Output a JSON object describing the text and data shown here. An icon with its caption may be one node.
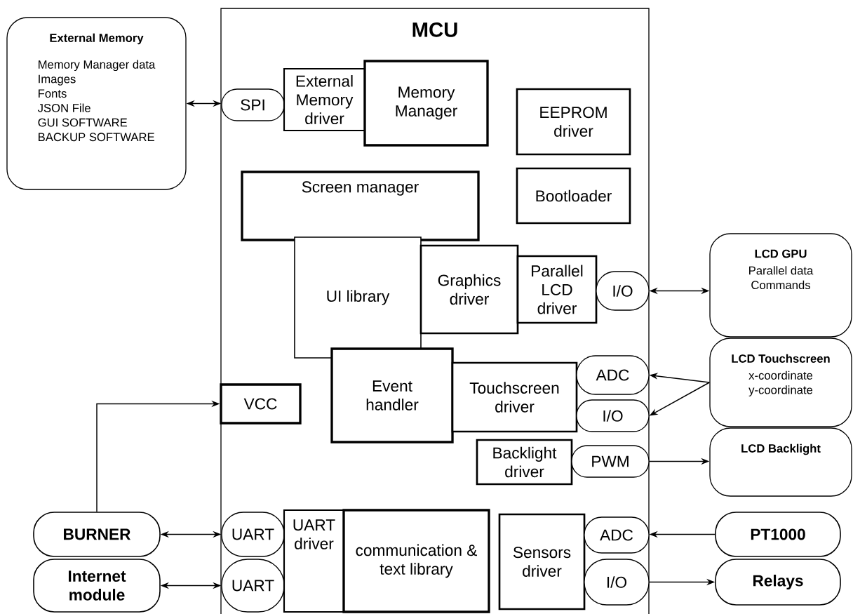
{
  "diagram": {
    "nodes": [
      {
        "text": [
          "External Memory",
          "Memory Manager data",
          "Images",
          "Fonts",
          "JSON File",
          "GUI SOFTWARE",
          "BACKUP SOFTWARE"
        ]
      },
      {
        "text": [
          "MCU"
        ]
      },
      {
        "text": [
          "SPI"
        ],
        "in": 1
      },
      {
        "text": [
          "External Memory driver"
        ],
        "in": 1
      },
      {
        "text": [
          "Memory Manager"
        ],
        "in": 1
      },
      {
        "text": [
          "EEPROM driver"
        ],
        "in": 1
      },
      {
        "text": [
          "Bootloader"
        ],
        "in": 1
      },
      {
        "text": [
          "Screen manager"
        ],
        "in": 1
      },
      {
        "text": [
          "UI library"
        ],
        "in": 1
      },
      {
        "text": [
          "Graphics driver"
        ],
        "in": 1
      },
      {
        "text": [
          "Parallel LCD driver"
        ],
        "in": 1
      },
      {
        "text": [
          "I/O"
        ],
        "in": 1
      },
      {
        "text": [
          "LCD GPU",
          "Parallel data",
          "Commands"
        ]
      },
      {
        "text": [
          "Event handler"
        ],
        "in": 1
      },
      {
        "text": [
          "Touchscreen driver"
        ],
        "in": 1
      },
      {
        "text": [
          "ADC"
        ],
        "in": 1
      },
      {
        "text": [
          "I/O"
        ],
        "in": 1
      },
      {
        "text": [
          "LCD Touchscreen",
          "x-coordinate",
          "y-coordinate"
        ]
      },
      {
        "text": [
          "VCC"
        ],
        "in": 1
      },
      {
        "text": [
          "Backlight driver"
        ],
        "in": 1
      },
      {
        "text": [
          "PWM"
        ],
        "in": 1
      },
      {
        "text": [
          "LCD Backlight"
        ]
      },
      {
        "text": [
          "BURNER"
        ]
      },
      {
        "text": [
          "Internet module"
        ]
      },
      {
        "text": [
          "UART"
        ],
        "in": 1
      },
      {
        "text": [
          "UART"
        ],
        "in": 1
      },
      {
        "text": [
          "UART driver"
        ],
        "in": 1
      },
      {
        "text": [
          "communication & text library"
        ],
        "in": 1
      },
      {
        "text": [
          "Sensors driver"
        ],
        "in": 1
      },
      {
        "text": [
          "ADC"
        ],
        "in": 1
      },
      {
        "text": [
          "I/O"
        ],
        "in": 1
      },
      {
        "text": [
          "PT1000"
        ]
      },
      {
        "text": [
          "Relays"
        ]
      }
    ],
    "edges": [
      {
        "from": 0,
        "to": 2,
        "arrow": "both"
      },
      {
        "from": 11,
        "to": 12,
        "arrow": "both"
      },
      {
        "from": 17,
        "to": 15,
        "arrow": "to"
      },
      {
        "from": 17,
        "to": 16,
        "arrow": "to"
      },
      {
        "from": 22,
        "to": 18,
        "arrow": "to"
      },
      {
        "from": 20,
        "to": 21,
        "arrow": "to"
      },
      {
        "from": 22,
        "to": 24,
        "arrow": "both"
      },
      {
        "from": 23,
        "to": 25,
        "arrow": "both"
      },
      {
        "from": 31,
        "to": 29,
        "arrow": "to"
      },
      {
        "from": 30,
        "to": 32,
        "arrow": "to"
      }
    ]
  }
}
